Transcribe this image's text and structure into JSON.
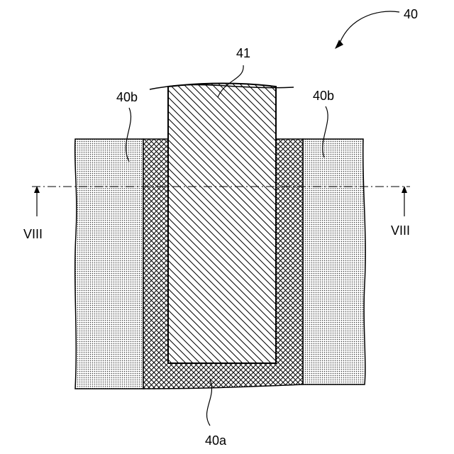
{
  "labels": {
    "assembly": "40",
    "member": "41",
    "outer_region": "40b",
    "inner_region": "40a",
    "section": "VIII"
  },
  "colors": {
    "line": "#000000",
    "stipple": "#3a3a3a",
    "background": "#ffffff"
  }
}
